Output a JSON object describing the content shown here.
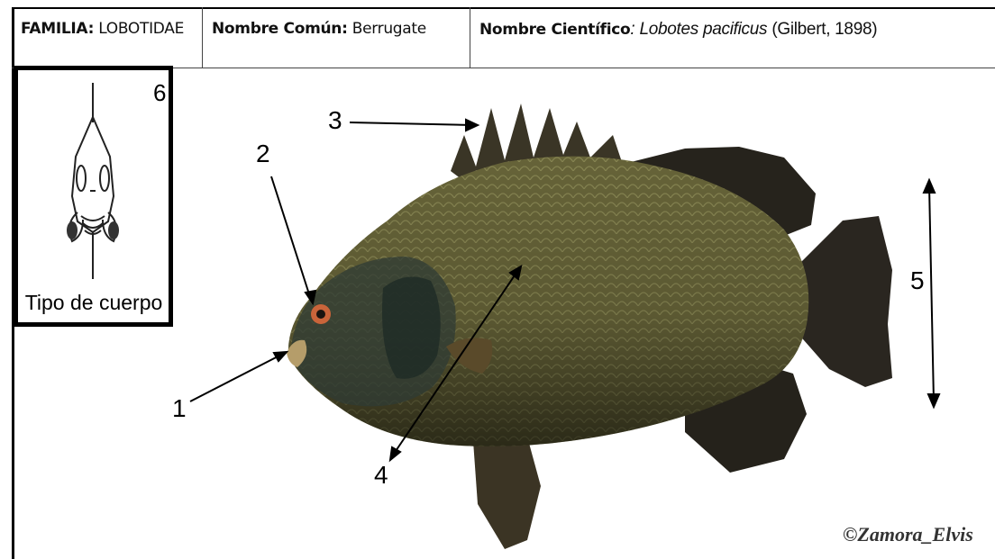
{
  "header": {
    "familia_label": "FAMILIA:",
    "familia_value": "LOBOTIDAE",
    "comun_label": "Nombre Común:",
    "comun_value": "Berrugate",
    "cientifico_label": "Nombre Científico",
    "cientifico_sep": ":",
    "cientifico_value": "Lobotes pacificus",
    "cientifico_author": "(Gilbert, 1898)"
  },
  "body_type": {
    "number": "6",
    "label": "Tipo de cuerpo"
  },
  "callouts": {
    "c1": "1",
    "c2": "2",
    "c3": "3",
    "c4": "4",
    "c5": "5"
  },
  "credit": "©Zamora_Elvis",
  "colors": {
    "fish_body": "#6e6a3a",
    "fish_dark": "#2b2a1e",
    "fins": "#2a2620",
    "eye": "#c9643a"
  }
}
